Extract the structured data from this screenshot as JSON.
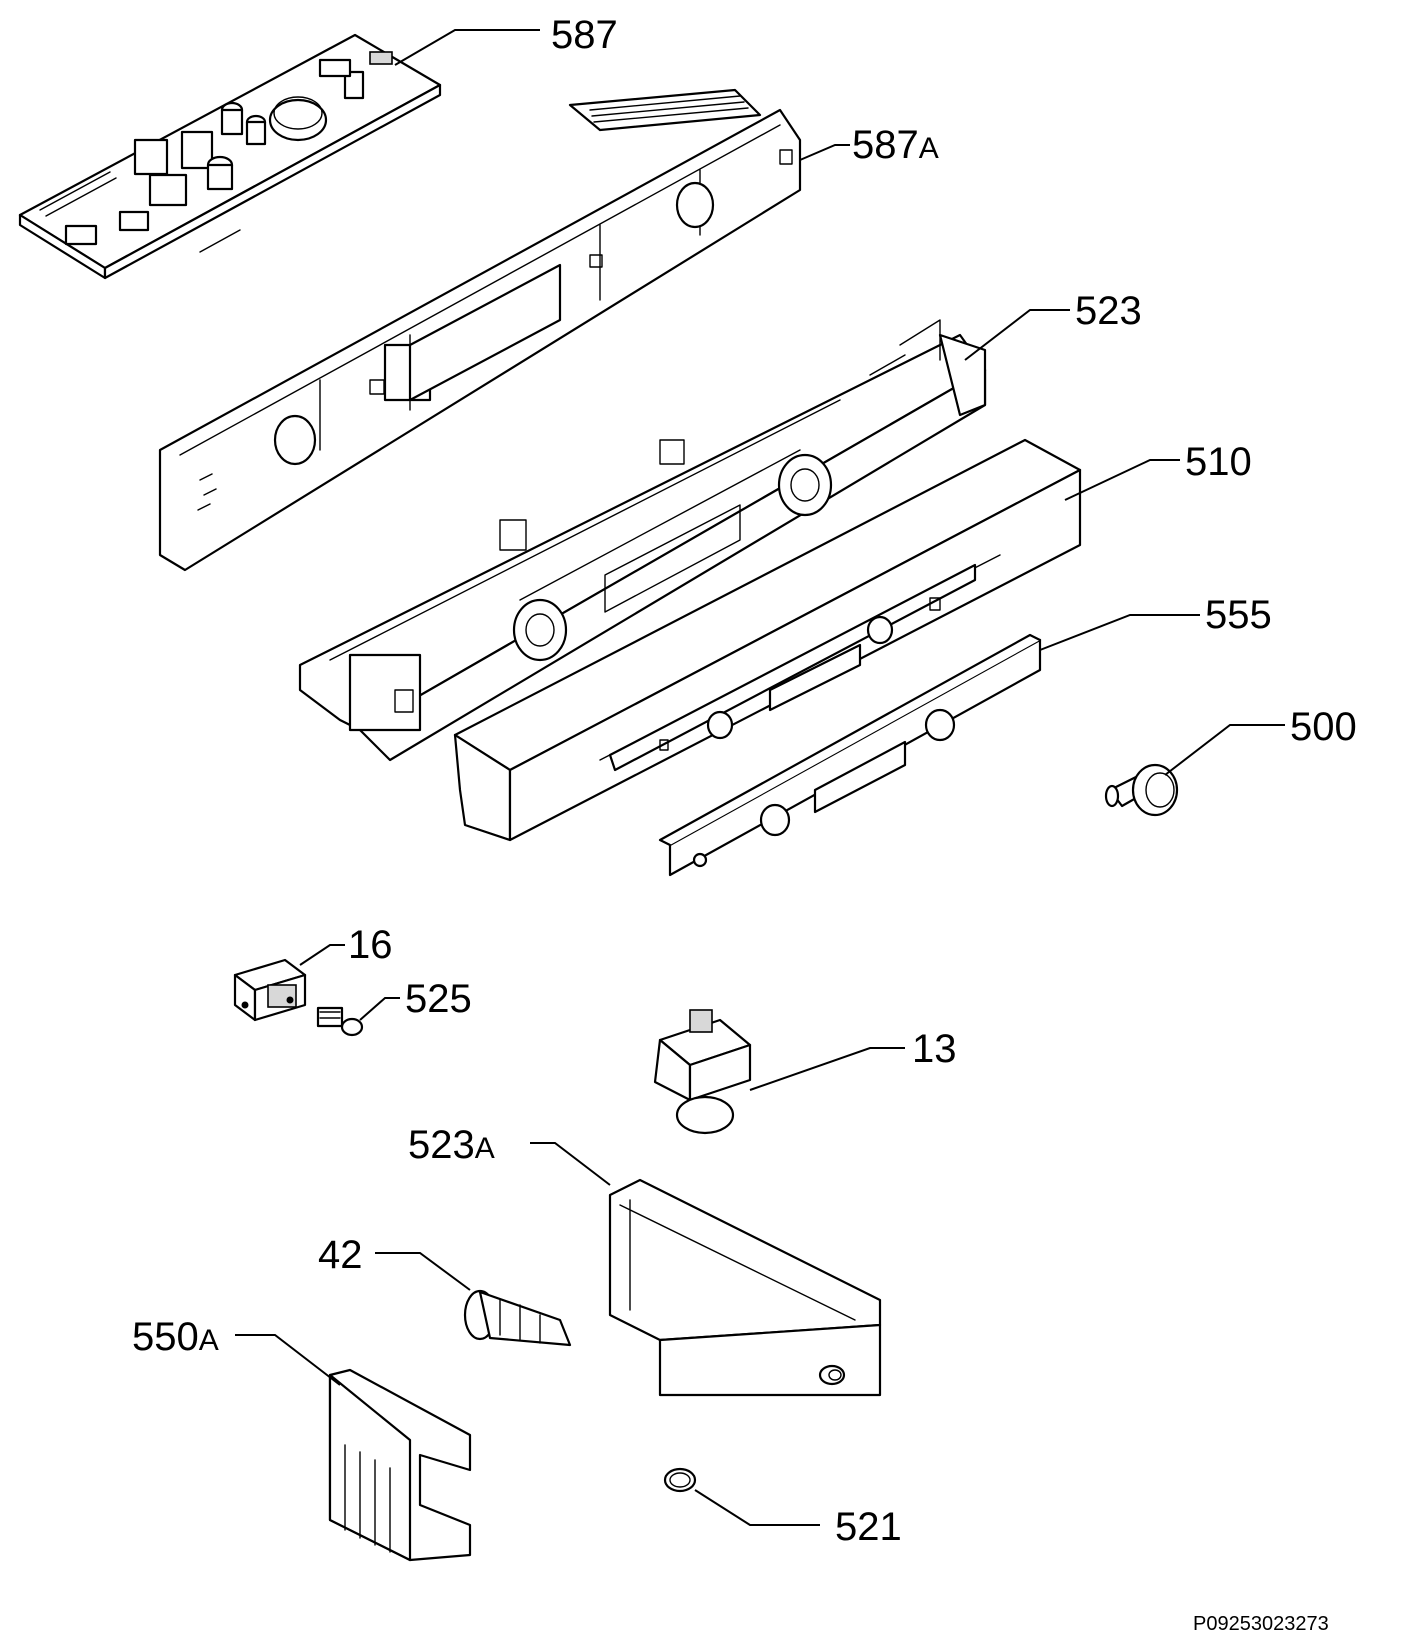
{
  "callouts": {
    "pcb": "587",
    "pcb_a": "587",
    "pcb_a_suffix": "A",
    "frame": "523",
    "panel": "510",
    "plate": "555",
    "knob": "500",
    "switch": "16",
    "lamp": "525",
    "thermostat": "13",
    "end_cap_a": "523",
    "end_cap_a_suffix": "A",
    "lamp_holder": "42",
    "side_cap": "550",
    "side_cap_suffix": "A",
    "ring": "521"
  },
  "reference_code": "P09253023273"
}
